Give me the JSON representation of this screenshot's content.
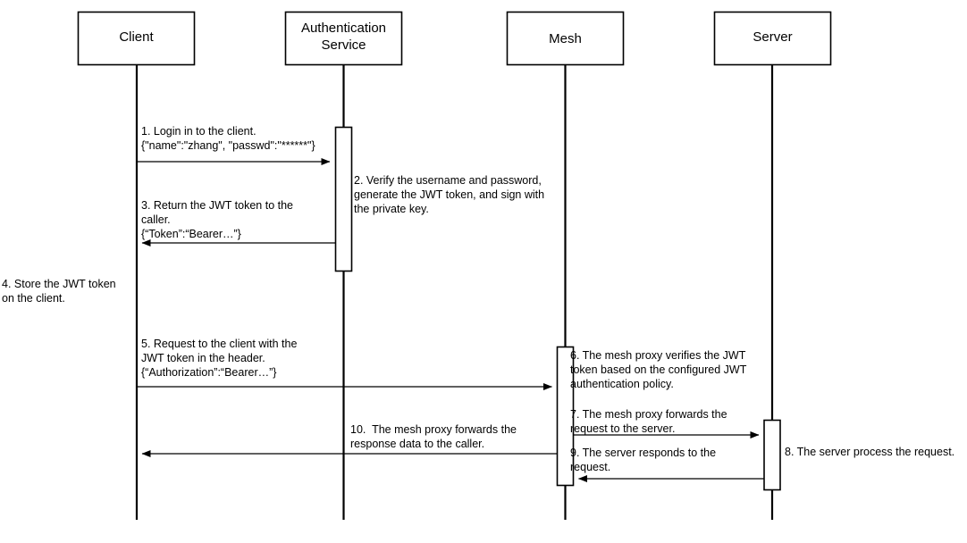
{
  "diagram": {
    "type": "sequence-diagram",
    "title": "JWT authentication flow with service mesh",
    "background_color": "#ffffff",
    "line_color": "#000000",
    "text_color": "#000000"
  },
  "participants": [
    {
      "id": "client",
      "label": "Client"
    },
    {
      "id": "auth",
      "label": "Authentication\nService"
    },
    {
      "id": "mesh",
      "label": "Mesh"
    },
    {
      "id": "server",
      "label": "Server"
    }
  ],
  "messages": [
    {
      "number": "1",
      "from": "client",
      "to": "auth",
      "direction": "right",
      "kind": "call",
      "text": "1. Login in to the client.\n{\"name\":\"zhang\", \"passwd\":\"******\"}"
    },
    {
      "number": "2",
      "from": "auth",
      "to": "auth",
      "direction": "none",
      "kind": "note",
      "text": "2. Verify the username and password,\ngenerate the JWT token, and sign with\nthe private key."
    },
    {
      "number": "3",
      "from": "auth",
      "to": "client",
      "direction": "left",
      "kind": "return",
      "text": "3. Return the JWT token to the\ncaller.\n{“Token”:“Bearer…”}"
    },
    {
      "number": "4",
      "from": "client",
      "to": "client",
      "direction": "none",
      "kind": "note",
      "text": "4. Store the JWT token\non the client."
    },
    {
      "number": "5",
      "from": "client",
      "to": "mesh",
      "direction": "right",
      "kind": "call",
      "text": "5. Request to the client with the\nJWT token in the header.\n{“Authorization”:“Bearer…”}"
    },
    {
      "number": "6",
      "from": "mesh",
      "to": "mesh",
      "direction": "none",
      "kind": "note",
      "text": "6. The mesh proxy verifies the JWT\ntoken based on the configured JWT\nauthentication policy."
    },
    {
      "number": "7",
      "from": "mesh",
      "to": "server",
      "direction": "right",
      "kind": "call",
      "text": "7. The mesh proxy forwards the\nrequest to the server."
    },
    {
      "number": "8",
      "from": "server",
      "to": "server",
      "direction": "none",
      "kind": "note",
      "text": "8. The server process the request."
    },
    {
      "number": "9",
      "from": "server",
      "to": "mesh",
      "direction": "left",
      "kind": "return",
      "text": "9. The server responds to the\nrequest."
    },
    {
      "number": "10",
      "from": "mesh",
      "to": "client",
      "direction": "left",
      "kind": "return",
      "text": "10.  The mesh proxy forwards the\nresponse data to the caller."
    }
  ]
}
